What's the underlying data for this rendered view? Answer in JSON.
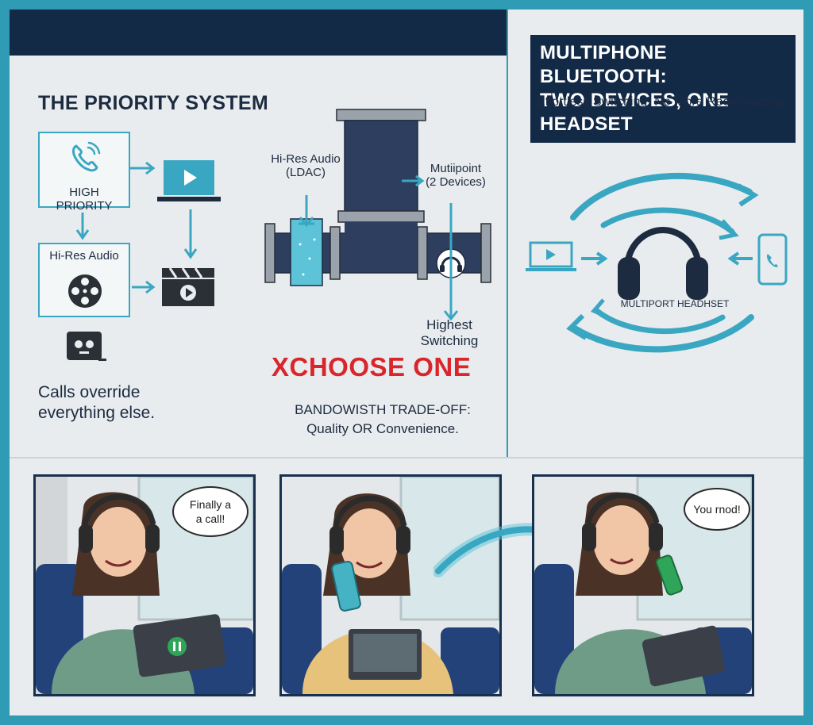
{
  "left_section": {
    "title": "THE PRIORITY SYSTEM",
    "high_priority_label": "HIGH PRIORITY",
    "hires_label": "Hi-Res Audio",
    "caption_line1": "Calls override",
    "caption_line2": "everything else."
  },
  "middle_section": {
    "hires_audio_line1": "Hi-Res Audio",
    "hires_audio_line2": "(LDAC)",
    "multipoint_line1": "Mutiipoint",
    "multipoint_line2": "(2 Devices)",
    "highest_line1": "Highest",
    "highest_line2": "Switching",
    "choose_one": "XCHOOSE ONE",
    "tradeoff_line1": "BANDOWISTH TRADE-OFF:",
    "tradeoff_line2": "Quality OR Convenience."
  },
  "right_section": {
    "title_line1": "MULTIPHONE BLUETOOTH:",
    "title_line2": "TWO DEVICES, ONE HEADSET",
    "subtitle": "Effortless Switching. No More Reconnecting.",
    "headset_label": "MULTIPORT HEADHSET"
  },
  "comic": {
    "panel1_bubble_line1": "Finally a",
    "panel1_bubble_line2": "a call!",
    "panel3_bubble": "You rnod!"
  },
  "colors": {
    "navy": "#132a47",
    "teal": "#3aa7c2",
    "red": "#d9262b",
    "background": "#e9ecee"
  }
}
